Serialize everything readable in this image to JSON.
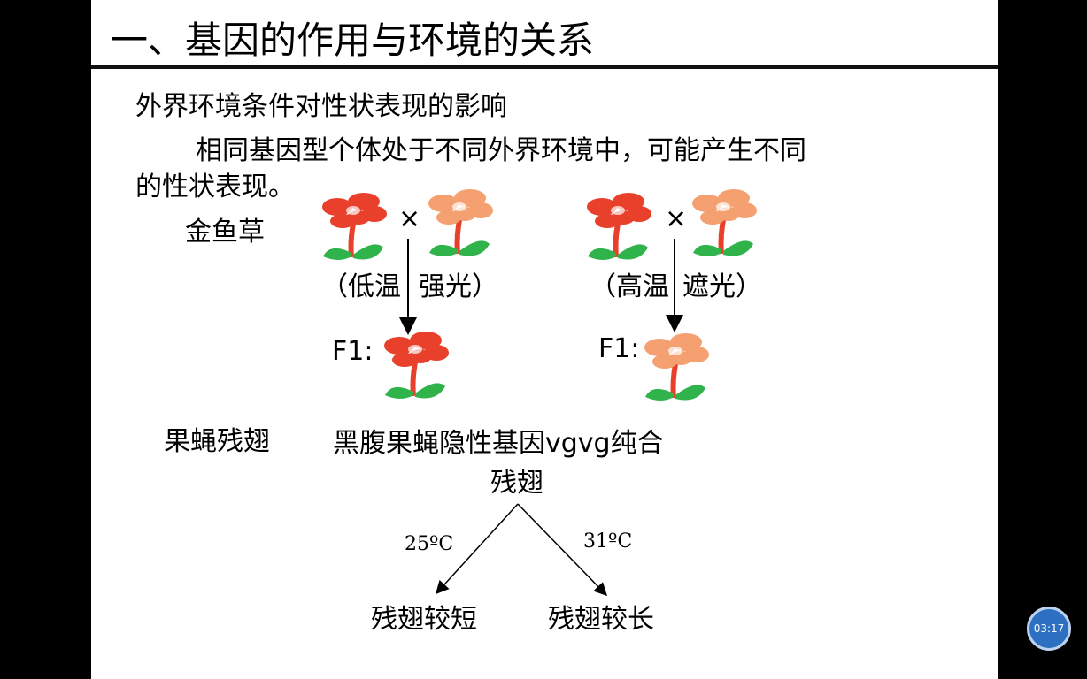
{
  "title": "一、基因的作用与环境的关系",
  "subtitle": "外界环境条件对性状表现的影响",
  "paragraph_line1": "相同基因型个体处于不同外界环境中，可能产生不同",
  "paragraph_line2": "的性状表现。",
  "snapdragon": {
    "label": "金鱼草",
    "cross_symbol": "×",
    "left_condition": "（低温",
    "left_condition2": "强光）",
    "right_condition": "（高温",
    "right_condition2": "遮光）",
    "f1_label": "F1:",
    "colors": {
      "red": "#e8402a",
      "orange": "#f5a070",
      "stem": "#e8402a",
      "leaf": "#2fb34a"
    }
  },
  "drosophila": {
    "label": "果蝇残翅",
    "line1": "黑腹果蝇隐性基因vgvg纯合",
    "line2": "残翅",
    "temp_left": "25ºC",
    "temp_right": "31ºC",
    "result_left": "残翅较短",
    "result_right": "残翅较长"
  },
  "player": {
    "time": "03:17"
  }
}
